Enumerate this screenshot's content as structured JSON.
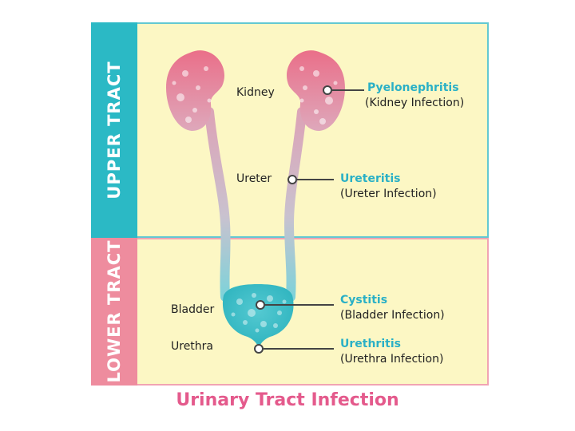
{
  "sections": {
    "upper": "UPPER TRACT",
    "lower": "LOWER TRACT"
  },
  "organs": {
    "kidney": "Kidney",
    "ureter": "Ureter",
    "bladder": "Bladder",
    "urethra": "Urethra"
  },
  "infections": [
    {
      "term": "Pyelonephritis",
      "desc": "(Kidney Infection)"
    },
    {
      "term": "Ureteritis",
      "desc": "(Ureter Infection)"
    },
    {
      "term": "Cystitis",
      "desc": "(Bladder Infection)"
    },
    {
      "term": "Urethritis",
      "desc": "(Urethra Infection)"
    }
  ],
  "caption": "Urinary Tract Infection",
  "colors": {
    "upper_band": "#2bb9c5",
    "lower_band": "#ee8c9e",
    "panel_bg": "#fcf7c4",
    "kidney": "#e86b86",
    "bladder": "#3bbcc6",
    "term": "#2ab0c6",
    "caption": "#e45a8c"
  }
}
